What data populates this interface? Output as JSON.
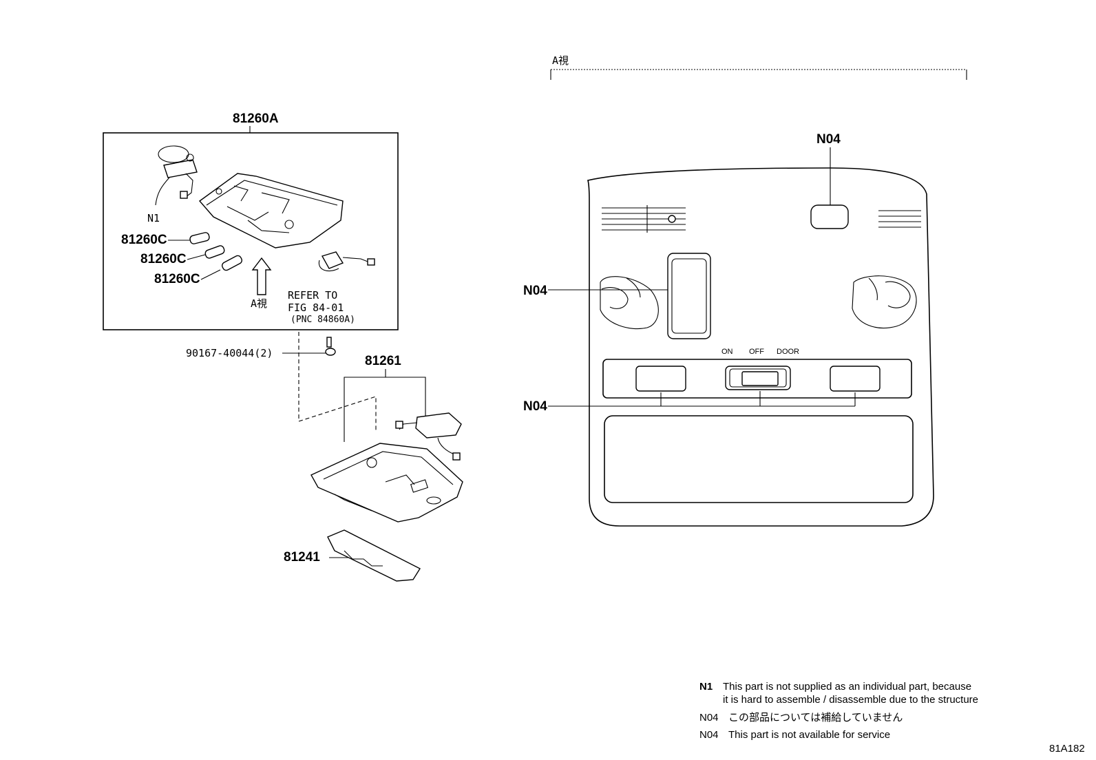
{
  "callouts": {
    "assembly_81260A": "81260A",
    "n1_label": "N1",
    "bulb_1": "81260C",
    "bulb_2": "81260C",
    "bulb_3": "81260C",
    "view_a_arrow_label": "A視",
    "refer_line1": "REFER TO",
    "refer_line2": "FIG 84-01",
    "refer_line3": "(PNC 84860A)",
    "screw": "90167-40044(2)",
    "housing_81261": "81261",
    "lens_81241": "81241"
  },
  "view_a": {
    "title": "A視",
    "n04_top": "N04",
    "n04_mid": "N04",
    "n04_bottom": "N04",
    "switch_on": "ON",
    "switch_off": "OFF",
    "switch_door": "DOOR"
  },
  "notes": {
    "n1_code": "N1",
    "n1_line1": "This part is not supplied as an individual part, because",
    "n1_line2": "it is hard to assemble / disassemble due to the structure",
    "n04_code_jp": "N04",
    "n04_text_jp": "この部品については補給していません",
    "n04_code_en": "N04",
    "n04_text_en": "This part is not available for service"
  },
  "figure_id": "81A182"
}
